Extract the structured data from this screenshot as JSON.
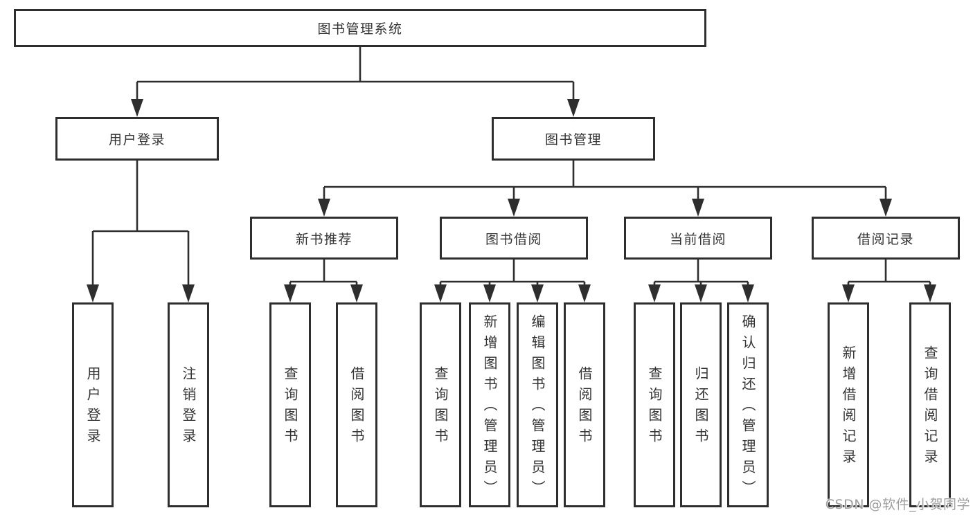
{
  "diagram": {
    "root": {
      "label": "图书管理系统"
    },
    "branches": [
      {
        "label": "用户登录",
        "leaves": [
          {
            "label": "用户登录"
          },
          {
            "label": "注销登录"
          }
        ]
      },
      {
        "label": "图书管理",
        "groups": [
          {
            "label": "新书推荐",
            "leaves": [
              {
                "label": "查询图书"
              },
              {
                "label": "借阅图书"
              }
            ]
          },
          {
            "label": "图书借阅",
            "leaves": [
              {
                "label": "查询图书"
              },
              {
                "label": "新增图书（管理员）"
              },
              {
                "label": "编辑图书（管理员）"
              },
              {
                "label": "借阅图书"
              }
            ]
          },
          {
            "label": "当前借阅",
            "leaves": [
              {
                "label": "查询图书"
              },
              {
                "label": "归还图书"
              },
              {
                "label": "确认归还（管理员）"
              }
            ]
          },
          {
            "label": "借阅记录",
            "leaves": [
              {
                "label": "新增借阅记录"
              },
              {
                "label": "查询借阅记录"
              }
            ]
          }
        ]
      }
    ]
  },
  "watermark": {
    "text": "CSDN @软件_小贺同学"
  },
  "colors": {
    "line": "#2e2e2e",
    "text": "#333333",
    "background": "#ffffff",
    "watermark_text": "#9e9e9e"
  }
}
